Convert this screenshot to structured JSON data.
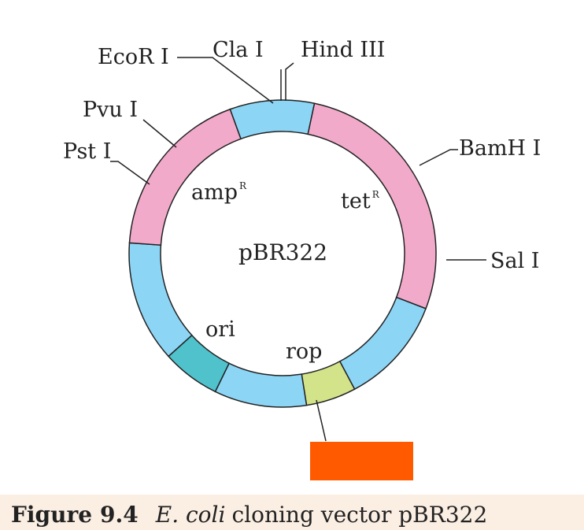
{
  "diagram": {
    "center_label": "pBR322",
    "gene_labels": {
      "amp": "amp",
      "amp_sup": "R",
      "tet": "tet",
      "tet_sup": "R",
      "ori": "ori",
      "rop": "rop"
    },
    "sites": {
      "ecor1": "EcoR I",
      "cla1": "Cla I",
      "hind3": "Hind III",
      "bamh1": "BamH I",
      "sal1": "Sal I",
      "pvu1": "Pvu I",
      "pst1": "Pst I"
    },
    "colors": {
      "backbone": "#8dd5f5",
      "amp": "#f2aacb",
      "tet": "#f2aacb",
      "ori": "#4fc2cc",
      "rop": "#d2e38a",
      "marker": "#ff5a00"
    }
  },
  "caption": {
    "figure_label": "Figure",
    "figure_number": "9.4",
    "organism": "E. coli",
    "text": "cloning vector pBR322"
  }
}
